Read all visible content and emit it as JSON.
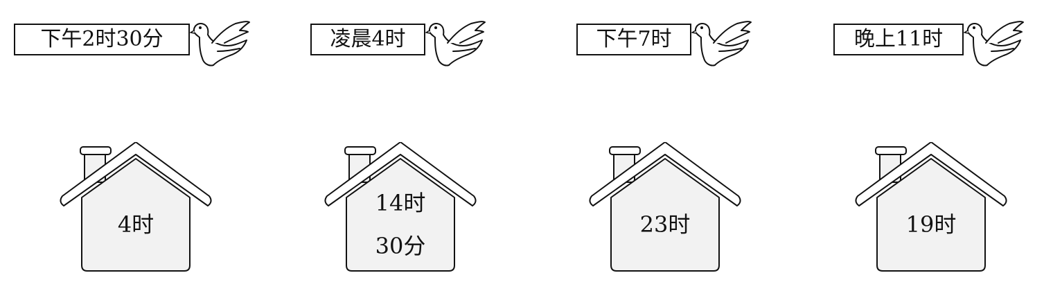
{
  "birds": [
    {
      "label": "下午2时30分"
    },
    {
      "label": "凌晨4时"
    },
    {
      "label": "下午7时"
    },
    {
      "label": "晚上11时"
    }
  ],
  "houses": [
    {
      "lines": [
        "4时"
      ]
    },
    {
      "lines": [
        "14时",
        "30分"
      ]
    },
    {
      "lines": [
        "23时"
      ]
    },
    {
      "lines": [
        "19时"
      ]
    }
  ]
}
